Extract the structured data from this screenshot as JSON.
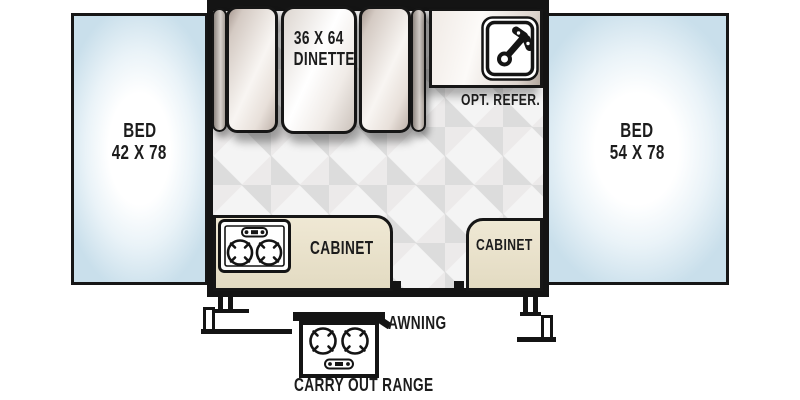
{
  "beds": {
    "left": {
      "label": "BED",
      "size": "42 X 78"
    },
    "right": {
      "label": "BED",
      "size": "54 X 78"
    }
  },
  "dinette": {
    "size": "36 X 64",
    "label": "DINETTE"
  },
  "refrigerator": {
    "label": "OPT. REFER."
  },
  "cabinets": {
    "left": {
      "label": "CABINET"
    },
    "right": {
      "label": "CABINET"
    }
  },
  "awning": {
    "label": "AWNING"
  },
  "carry_out_range": {
    "label": "CARRY OUT RANGE"
  },
  "icons": {
    "sink": "sink-faucet-icon",
    "range": "two-burner-range-icon",
    "carry_out_range": "two-burner-range-icon"
  },
  "colors": {
    "outline": "#141414",
    "bed_fill_edge": "#c9dfeb",
    "seat_fill": "#d9cec6",
    "cabinet_fill": "#e9e2cb",
    "floor_base": "#f4f4f4",
    "floor_diamond": "#dcdcdc",
    "text": "#1c1c1c"
  }
}
